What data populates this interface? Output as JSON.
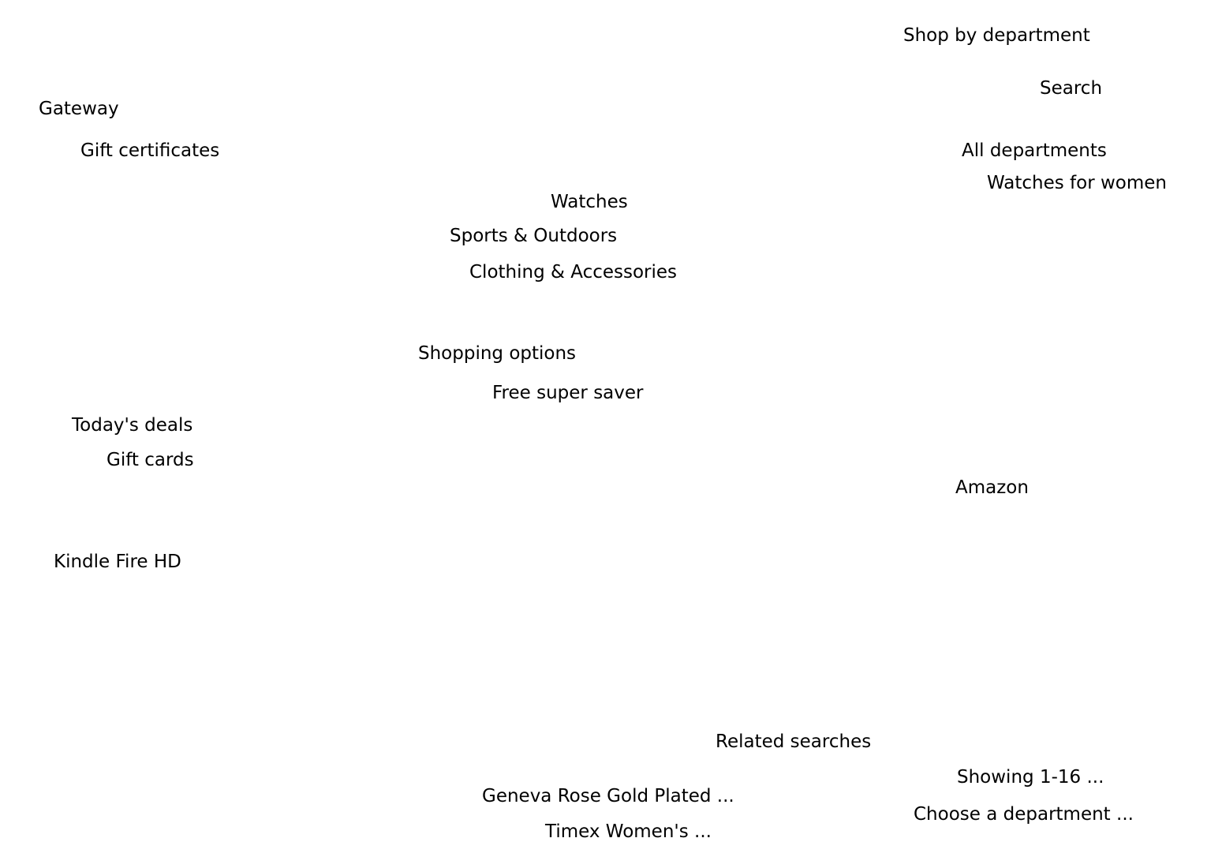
{
  "header": {
    "shop_by_department": "Shop by department",
    "search": "Search",
    "all_departments": "All departments",
    "watches_for_women": "Watches for women"
  },
  "left_nav": {
    "gateway": "Gateway",
    "gift_certificates": "Gift certificates",
    "todays_deals": "Today's deals",
    "gift_cards": "Gift cards",
    "kindle_fire_hd": "Kindle Fire HD"
  },
  "categories": {
    "watches": "Watches",
    "sports_outdoors": "Sports & Outdoors",
    "clothing_accessories": "Clothing & Accessories"
  },
  "shopping_options": {
    "heading": "Shopping options",
    "free_super_saver": "Free super saver"
  },
  "brand": {
    "amazon": "Amazon"
  },
  "related": {
    "heading": "Related searches",
    "item_1": "Geneva Rose Gold Plated ...",
    "item_2": "Timex Women's ..."
  },
  "results": {
    "showing": "Showing 1-16 ...",
    "choose_department": "Choose a department ..."
  }
}
